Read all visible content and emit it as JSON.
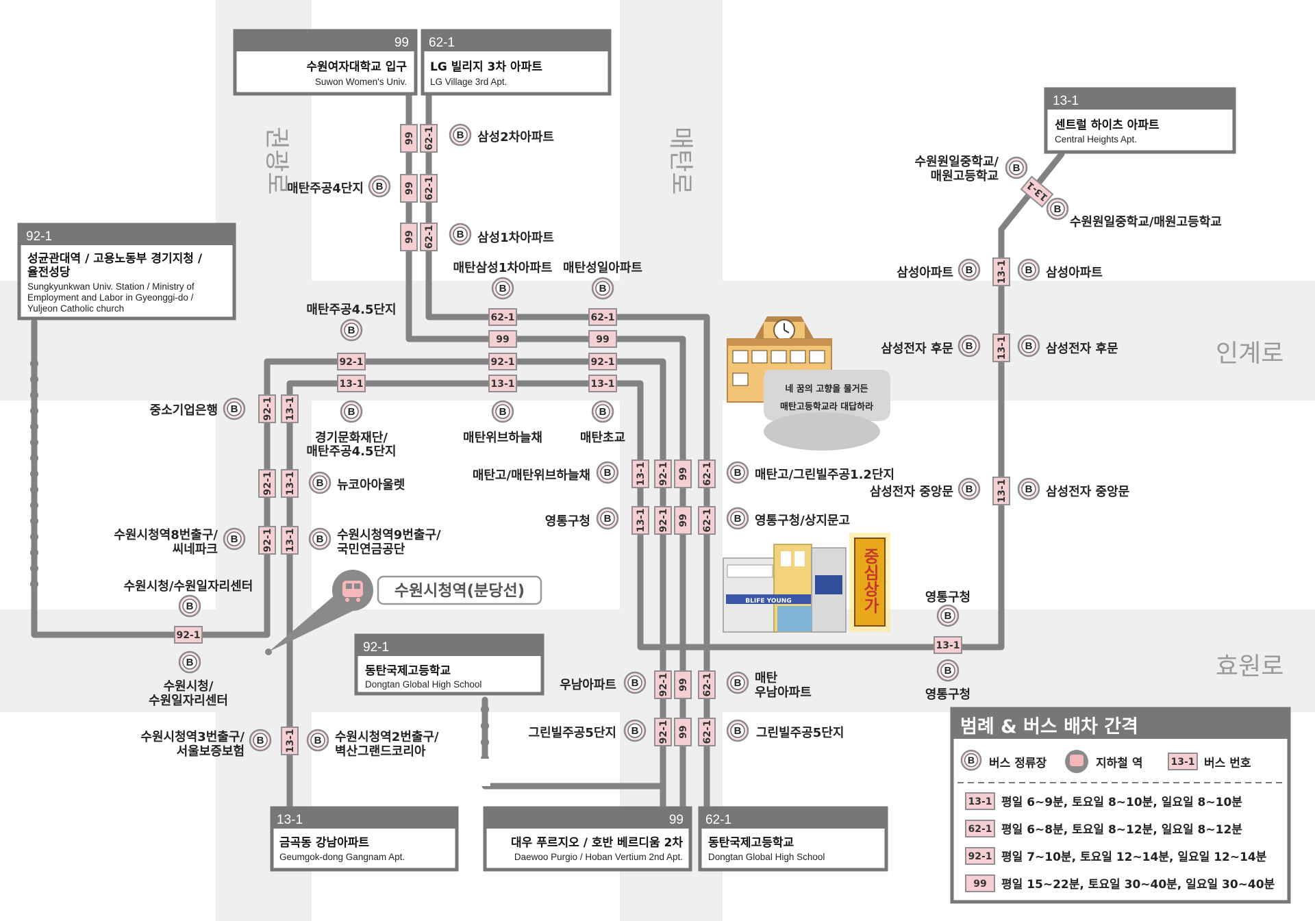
{
  "roads": [
    "권광로",
    "매탄로",
    "인계로",
    "효원로"
  ],
  "terminals": {
    "t99_top": {
      "route": "99",
      "ko": "수원여자대학교 입구",
      "en": "Suwon Women's Univ."
    },
    "t621_top": {
      "route": "62-1",
      "ko": "LG 빌리지 3차 아파트",
      "en": "LG Village 3rd Apt."
    },
    "t131_tr": {
      "route": "13-1",
      "ko": "센트럴 하이츠 아파트",
      "en": "Central Heights Apt."
    },
    "t921_l": {
      "route": "92-1",
      "ko1": "성균관대역 / 고용노동부 경기지청 /",
      "ko2": "율전성당",
      "en1": "Sungkyunkwan Univ. Station / Ministry of",
      "en2": "Employment and Labor in Gyeonggi-do /",
      "en3": "Yuljeon Catholic church"
    },
    "t921_m": {
      "route": "92-1",
      "ko": "동탄국제고등학교",
      "en": "Dongtan Global High School"
    },
    "t131_b": {
      "route": "13-1",
      "ko": "금곡동 강남아파트",
      "en": "Geumgok-dong Gangnam Apt."
    },
    "t99_b": {
      "route": "99",
      "ko": "대우 푸르지오 / 호반 베르디움 2차",
      "en": "Daewoo Purgio / Hoban Vertium 2nd Apt."
    },
    "t621_b": {
      "route": "62-1",
      "ko": "동탄국제고등학교",
      "en": "Dongtan Global High School"
    }
  },
  "stops": {
    "samsung2": "삼성2차아파트",
    "jugong4": "매탄주공4단지",
    "samsung1": "삼성1차아파트",
    "samsung1_top": "매탄삼성1차아파트",
    "sungil": "매탄성일아파트",
    "jugong45": "매탄주공4.5단지",
    "ibk": "중소기업은행",
    "gyeonggi1": "경기문화재단/",
    "gyeonggi2": "매탄주공4.5단지",
    "weve": "매탄위브하늘채",
    "chodeung": "매탄초교",
    "newcore": "뉴코아아울렛",
    "exit8_1": "수원시청역8번출구/",
    "exit8_2": "씨네파크",
    "exit9_1": "수원시청역9번출구/",
    "exit9_2": "국민연금공단",
    "jobcenter_top": "수원시청/수원일자리센터",
    "jobcenter_b1": "수원시청/",
    "jobcenter_b2": "수원일자리센터",
    "exit3_1": "수원시청역3번출구/",
    "exit3_2": "서울보증보험",
    "exit2_1": "수원시청역2번출구/",
    "exit2_2": "벽산그랜드코리아",
    "maetango_w": "매탄고/매탄위브하늘채",
    "maetango_e": "매탄고/그린빌주공1.2단지",
    "yeongtong_w": "영통구청",
    "yeongtong_e": "영통구청/상지문고",
    "unam_w": "우남아파트",
    "unam_e1": "매탄",
    "unam_e2": "우남아파트",
    "green5_w": "그린빌주공5단지",
    "green5_e": "그린빌주공5단지",
    "maewon_l1": "수원원일중학교/",
    "maewon_l2": "매원고등학교",
    "maewon_r": "수원원일중학교/매원고등학교",
    "samsungapt_l": "삼성아파트",
    "samsungapt_r": "삼성아파트",
    "hufmun_l": "삼성전자 후문",
    "hufmun_r": "삼성전자 후문",
    "jungang_l": "삼성전자 중앙문",
    "jungang_r": "삼성전자 중앙문",
    "yt_top": "영통구청",
    "yt_bot": "영통구청"
  },
  "subway": {
    "name": "수원시청역(분당선)"
  },
  "school": {
    "line1": "네 꿈의 고향을 물거든",
    "line2": "매탄고등학교라 대답하라"
  },
  "mall": {
    "name": "중심상가",
    "sign": "BLIFE YOUNG"
  },
  "legend": {
    "title": "범례 & 버스 배차 간격",
    "stop_label": "버스 정류장",
    "subway_label": "지하철 역",
    "route_label": "버스 번호",
    "route_sample": "13-1",
    "rows": [
      {
        "route": "13-1",
        "text": "평일 6~9분, 토요일 8~10분, 일요일 8~10분"
      },
      {
        "route": "62-1",
        "text": "평일 6~8분, 토요일 8~12분, 일요일 8~12분"
      },
      {
        "route": "92-1",
        "text": "평일 7~10분, 토요일 12~14분, 일요일 12~14분"
      },
      {
        "route": "99",
        "text": "평일 15~22분, 토요일 30~40분, 일요일 30~40분"
      }
    ]
  },
  "colors": {
    "line": "#828282",
    "tag_fill": "#f6cfd2",
    "tag_border": "#8f8f8f",
    "road": "#efefef",
    "terminal_header": "#777777",
    "route_num": "#f6b7bb"
  }
}
